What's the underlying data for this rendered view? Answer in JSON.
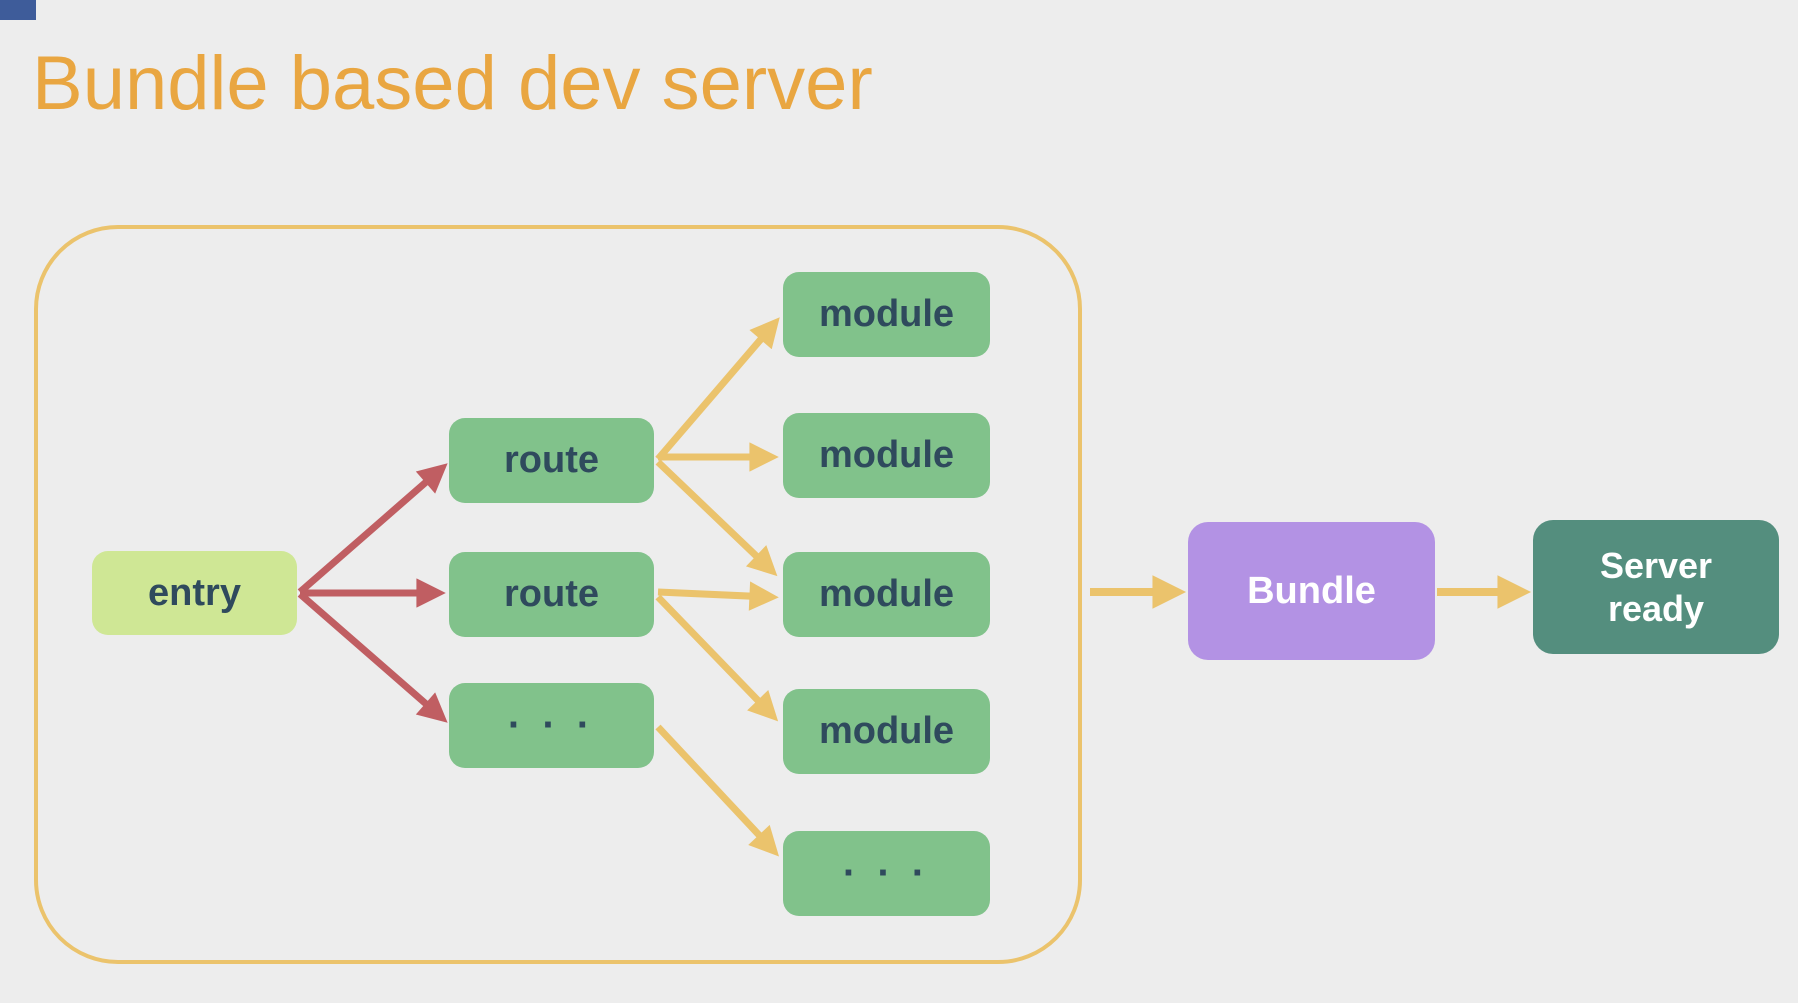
{
  "title": "Bundle based dev server",
  "boxes": {
    "entry": "entry",
    "route1": "route",
    "route2": "route",
    "route3": "· · ·",
    "module1": "module",
    "module2": "module",
    "module3": "module",
    "module4": "module",
    "module5": "· · ·",
    "bundle": "Bundle",
    "server": "Server ready"
  },
  "edges": [
    {
      "from": "entry",
      "to": "route1",
      "color": "red"
    },
    {
      "from": "entry",
      "to": "route2",
      "color": "red"
    },
    {
      "from": "entry",
      "to": "route3",
      "color": "red"
    },
    {
      "from": "route1",
      "to": "module1",
      "color": "yellow"
    },
    {
      "from": "route1",
      "to": "module2",
      "color": "yellow"
    },
    {
      "from": "route1",
      "to": "module3",
      "color": "yellow"
    },
    {
      "from": "route2",
      "to": "module3",
      "color": "yellow"
    },
    {
      "from": "route2",
      "to": "module4",
      "color": "yellow"
    },
    {
      "from": "route3",
      "to": "module5",
      "color": "yellow"
    },
    {
      "from": "boundary",
      "to": "bundle",
      "color": "yellow"
    },
    {
      "from": "bundle",
      "to": "server",
      "color": "yellow"
    }
  ],
  "colors": {
    "bg": "#ededed",
    "title": "#e9a641",
    "yellow": "#ebc36c",
    "red": "#c05e62",
    "green": "#81c28b",
    "entry-bg": "#cfe795",
    "node-text": "#2f4a5d",
    "purple": "#b392e4",
    "teal": "#548e7e",
    "fragment": "#3e5c9a"
  }
}
